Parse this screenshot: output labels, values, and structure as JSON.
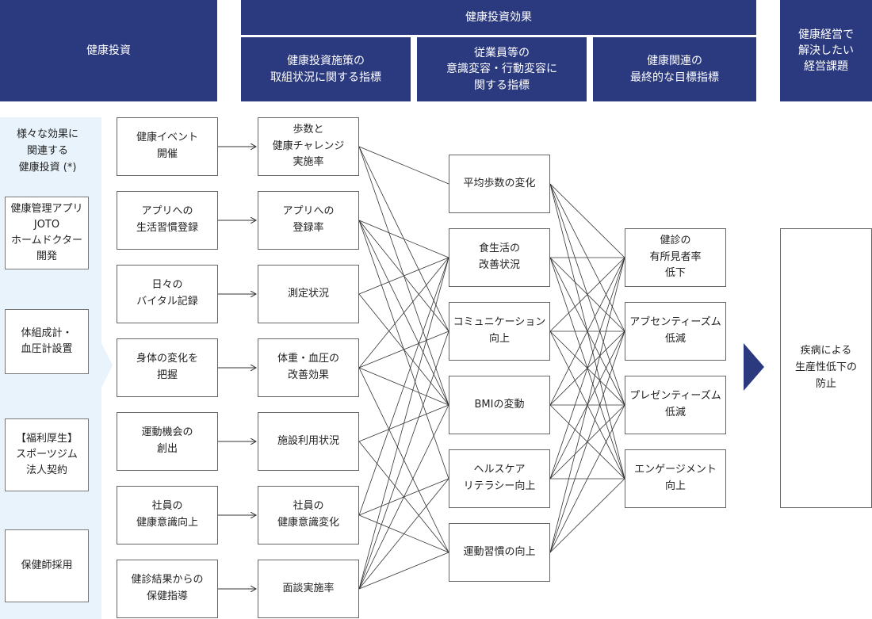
{
  "header": {
    "investment": "健康投資",
    "effects": "健康投資効果",
    "management": "健康経営で\n解決したい\n経営課題",
    "sub1": "健康投資施策の\n取組状況に関する指標",
    "sub2": "従業員等の\n意識変容・行動変容に\n関する指標",
    "sub3": "健康関連の\n最終的な目標指標"
  },
  "left": {
    "title": "様々な効果に\n関連する\n健康投資 (*)",
    "items": [
      "健康管理アプリ\nJOTO\nホームドクター\n開発",
      "体組成計・\n血圧計設置",
      "【福利厚生】\nスポーツジム\n法人契約",
      "保健師採用"
    ]
  },
  "col1": [
    "健康イベント\n開催",
    "アプリへの\n生活習慣登録",
    "日々の\nバイタル記録",
    "身体の変化を\n把握",
    "運動機会の\n創出",
    "社員の\n健康意識向上",
    "健診結果からの\n保健指導"
  ],
  "col2": [
    "歩数と\n健康チャレンジ\n実施率",
    "アプリへの\n登録率",
    "測定状況",
    "体重・血圧の\n改善効果",
    "施設利用状況",
    "社員の\n健康意識変化",
    "面談実施率"
  ],
  "col3": [
    "平均歩数の変化",
    "食生活の\n改善状況",
    "コミュニケーション\n向上",
    "BMIの変動",
    "ヘルスケア\nリテラシー向上",
    "運動習慣の向上"
  ],
  "col4": [
    "健診の\n有所見者率\n低下",
    "アブセンティーズム\n低減",
    "プレゼンティーズム\n低減",
    "エンゲージメント\n向上"
  ],
  "goal": "疾病による\n生産性低下の\n防止",
  "colors": {
    "header_bg": "#2b3a7f",
    "left_bg": "#e8f3fb",
    "line": "#333333"
  }
}
